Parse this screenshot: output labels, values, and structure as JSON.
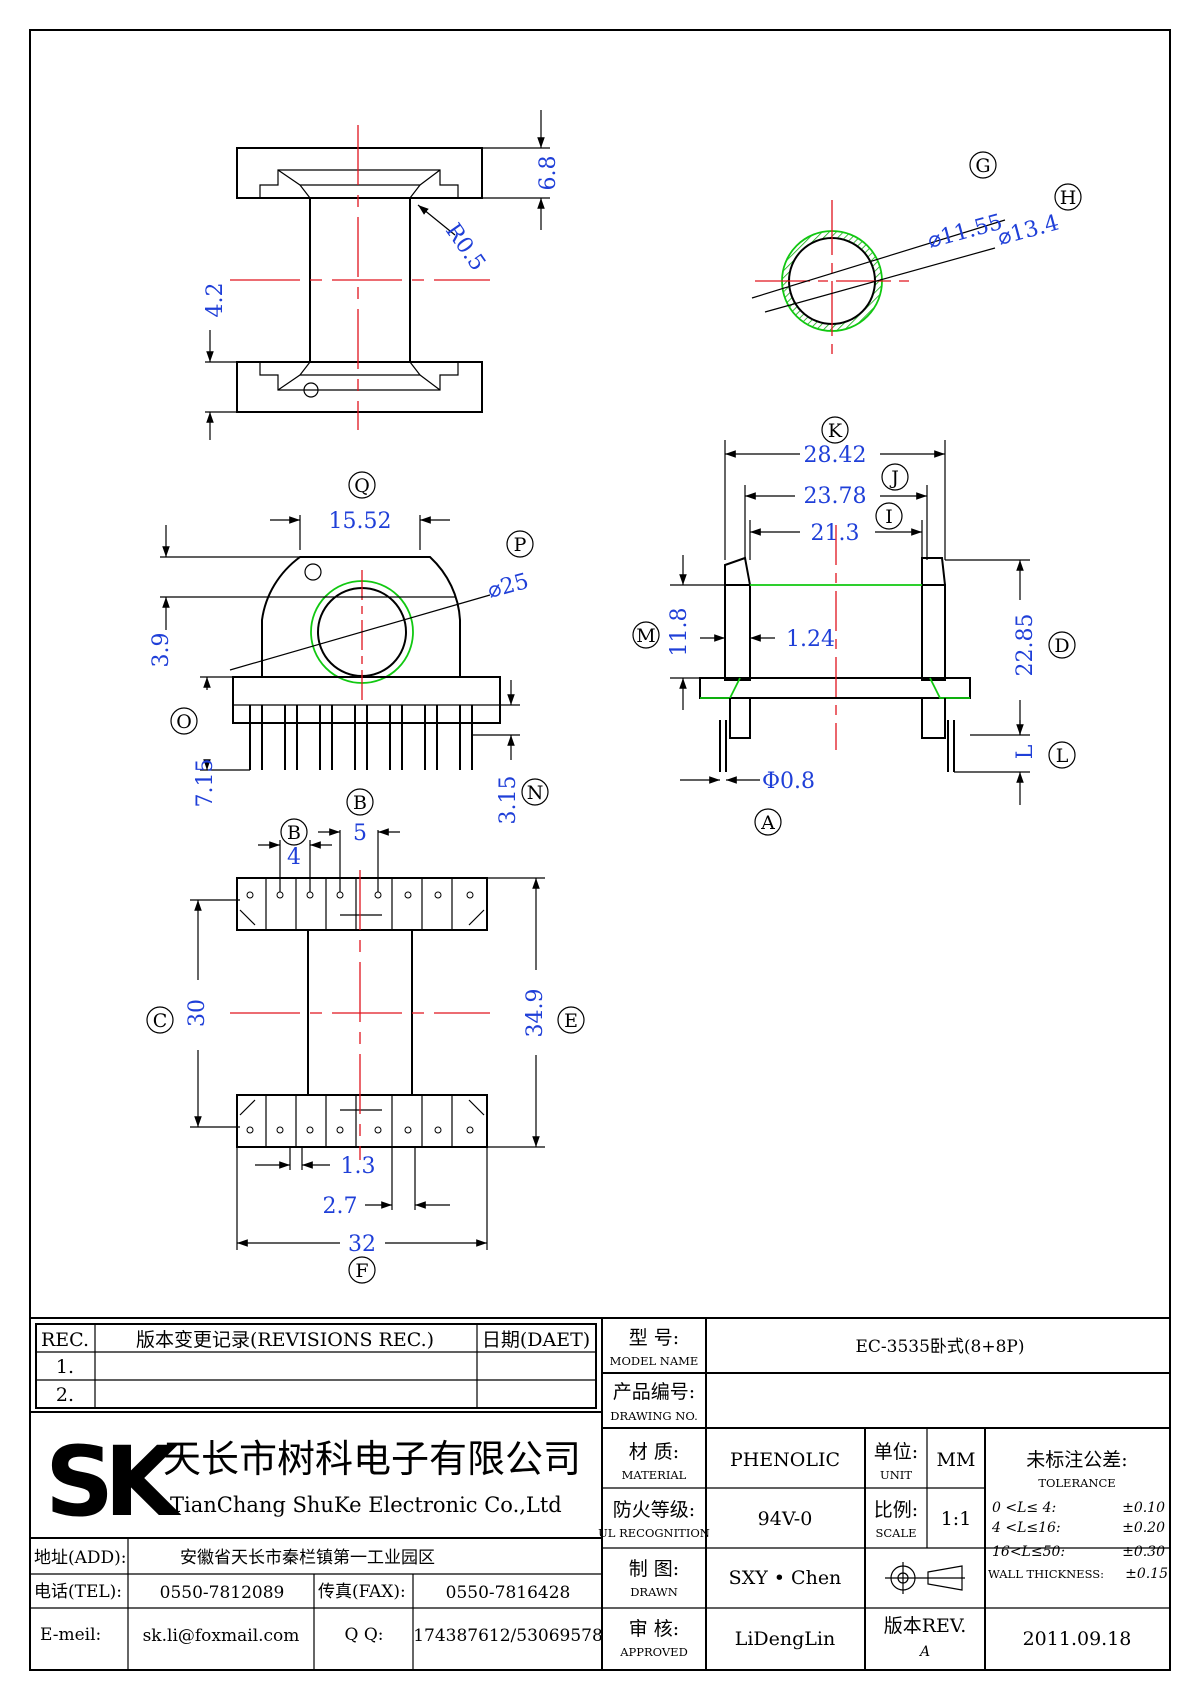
{
  "dimensions": {
    "d_6_8": "6.8",
    "d_r0_5": "R0.5",
    "d_4_2": "4.2",
    "d_dia_11_55": "⌀11.55",
    "d_dia_13_4": "⌀13.4",
    "d_15_52": "15.52",
    "d_dia_25": "⌀25",
    "d_3_9": "3.9",
    "d_7_15": "7.15",
    "d_3_15": "3.15",
    "d_28_42": "28.42",
    "d_23_78": "23.78",
    "d_21_3": "21.3",
    "d_11_8": "11.8",
    "d_1_24": "1.24",
    "d_22_85": "22.85",
    "d_L": "L",
    "d_phi_0_8": "Φ0.8",
    "d_4": "4",
    "d_5": "5",
    "d_30": "30",
    "d_34_9": "34.9",
    "d_1_3": "1.3",
    "d_2_7": "2.7",
    "d_32": "32"
  },
  "callouts": {
    "A": "A",
    "B": "B",
    "C": "C",
    "D": "D",
    "E": "E",
    "F": "F",
    "G": "G",
    "H": "H",
    "I": "I",
    "J": "J",
    "K": "K",
    "L": "L",
    "M": "M",
    "N": "N",
    "O": "O",
    "P": "P",
    "Q": "Q"
  },
  "title_block": {
    "rev_header": "REC.",
    "rev_desc_header": "版本变更记录(REVISIONS REC.)",
    "rev_date_header": "日期(DAET)",
    "rev_rows": [
      "1.",
      "2."
    ],
    "company_logo_text": "SK",
    "company_cn": "天长市树科电子有限公司",
    "company_en": "TianChang ShuKe Electronic Co.,Ltd",
    "address_label": "地址(ADD):",
    "address_value": "安徽省天长市秦栏镇第一工业园区",
    "tel_label": "电话(TEL):",
    "tel_value": "0550-7812089",
    "fax_label": "传真(FAX):",
    "fax_value": "0550-7816428",
    "email_label": "E-meil:",
    "email_value": "sk.li@foxmail.com",
    "qq_label": "Q Q:",
    "qq_value": "174387612/53069578",
    "model_label_cn": "型    号:",
    "model_label_en": "MODEL NAME",
    "model_value": "EC-3535卧式(8+8P)",
    "drawing_label_cn": "产品编号:",
    "drawing_label_en": "DRAWING NO.",
    "drawing_value": "",
    "material_label_cn": "材    质:",
    "material_label_en": "MATERIAL",
    "material_value": "PHENOLIC",
    "unit_label_cn": "单位:",
    "unit_label_en": "UNIT",
    "unit_value": "MM",
    "fire_label_cn": "防火等级:",
    "fire_label_en": "UL RECOGNITION",
    "fire_value": "94V-0",
    "scale_label_cn": "比例:",
    "scale_label_en": "SCALE",
    "scale_value": "1:1",
    "drawn_label_cn": "制    图:",
    "drawn_label_en": "DRAWN",
    "drawn_value": "SXY • Chen",
    "approved_label_cn": "审    核:",
    "approved_label_en": "APPROVED",
    "approved_value": "LiDengLin",
    "rev_label": "版本REV.",
    "rev_value": "A",
    "date_value": "2011.09.18",
    "tolerance_title": "未标注公差:",
    "tolerance_en": "TOLERANCE",
    "tol_rows": [
      {
        "range": "0  <L≤ 4:",
        "value": "±0.10"
      },
      {
        "range": "4  <L≤16:",
        "value": "±0.20"
      },
      {
        "range": "16<L≤50:",
        "value": "±0.30"
      }
    ],
    "wall_label": "WALL THICKNESS:",
    "wall_value": "±0.15"
  }
}
